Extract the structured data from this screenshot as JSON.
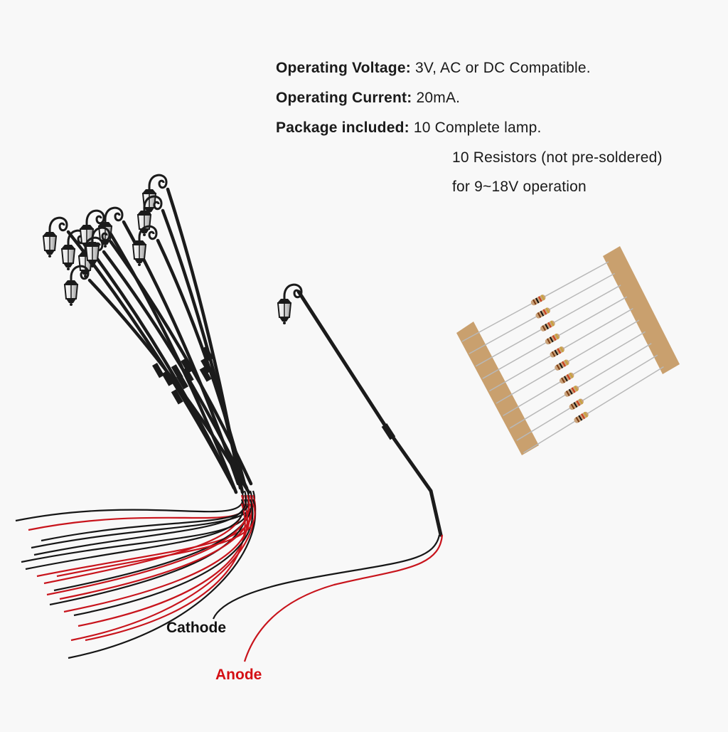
{
  "specs": {
    "voltage": {
      "label": "Operating Voltage:",
      "value": "3V, AC or DC Compatible."
    },
    "current": {
      "label": "Operating Current:",
      "value": "20mA."
    },
    "package": {
      "label": "Package included:",
      "lines": [
        "10 Complete lamp.",
        "10 Resistors (not pre-soldered)",
        "for 9~18V operation"
      ]
    }
  },
  "wire_labels": {
    "cathode": "Cathode",
    "anode": "Anode"
  },
  "colors": {
    "background": "#f8f8f8",
    "text": "#1a1a1a",
    "anode": "#d40f14",
    "cathode_wire": "#161616",
    "anode_wire": "#c8141c",
    "tape": "#c9a06e",
    "lamp_body": "#1b1b1b",
    "resistor_body": "#c9a27a"
  },
  "icons": [
    "street-lamp-icon",
    "resistor-icon"
  ],
  "counts": {
    "lamps": 10,
    "resistors": 10
  }
}
